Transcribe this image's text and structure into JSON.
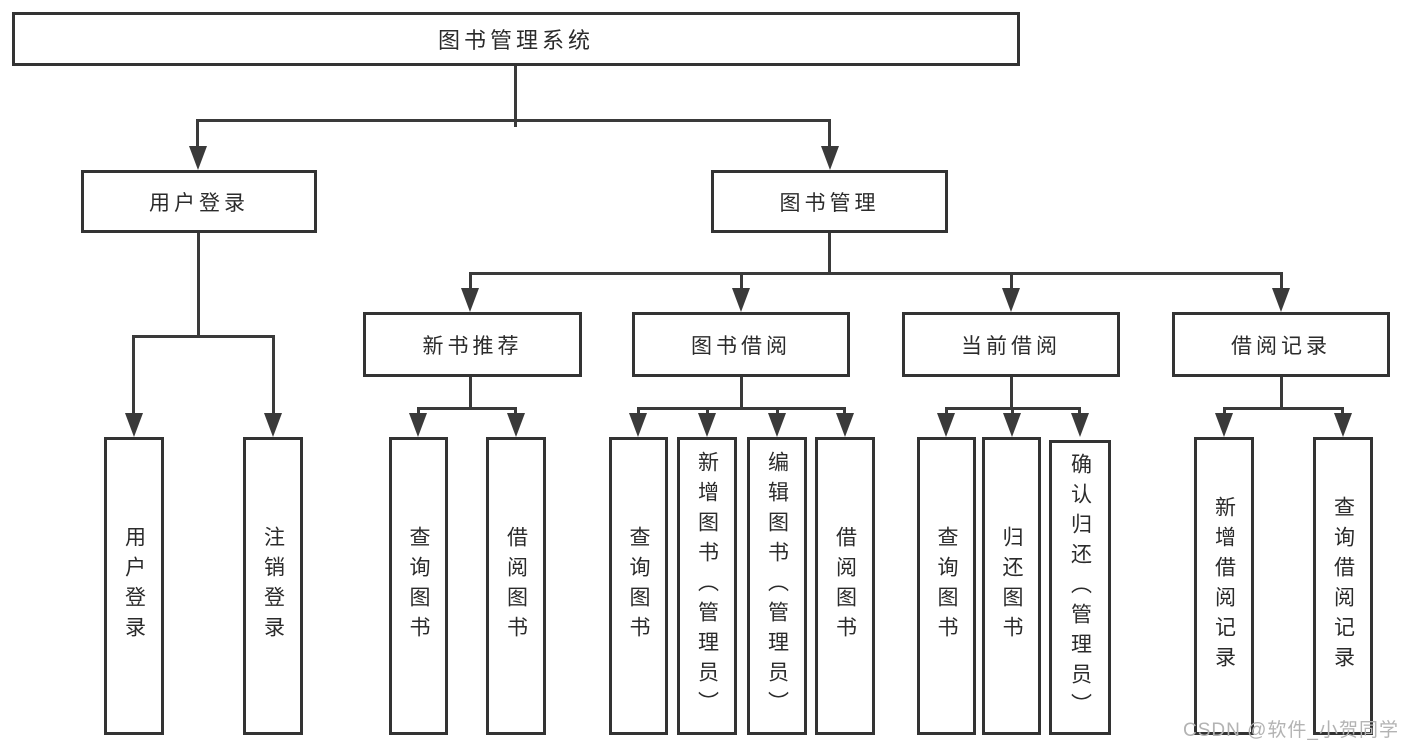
{
  "diagram": {
    "root": {
      "label": "图书管理系统",
      "children": [
        {
          "label": "用户登录",
          "children": [
            {
              "label": "用户登录"
            },
            {
              "label": "注销登录"
            }
          ]
        },
        {
          "label": "图书管理",
          "children": [
            {
              "label": "新书推荐",
              "children": [
                {
                  "label": "查询图书"
                },
                {
                  "label": "借阅图书"
                }
              ]
            },
            {
              "label": "图书借阅",
              "children": [
                {
                  "label": "查询图书"
                },
                {
                  "label": "新增图书（管理员）"
                },
                {
                  "label": "编辑图书（管理员）"
                },
                {
                  "label": "借阅图书"
                }
              ]
            },
            {
              "label": "当前借阅",
              "children": [
                {
                  "label": "查询图书"
                },
                {
                  "label": "归还图书"
                },
                {
                  "label": "确认归还（管理员）"
                }
              ]
            },
            {
              "label": "借阅记录",
              "children": [
                {
                  "label": "新增借阅记录"
                },
                {
                  "label": "查询借阅记录"
                }
              ]
            }
          ]
        }
      ]
    }
  },
  "watermark": {
    "text": "CSDN @软件_小贺同学"
  },
  "colors": {
    "line": "#3a3a3a",
    "border": "#333333",
    "text": "#2b2b2b",
    "background": "#ffffff",
    "watermark": "#b3b3b3"
  }
}
